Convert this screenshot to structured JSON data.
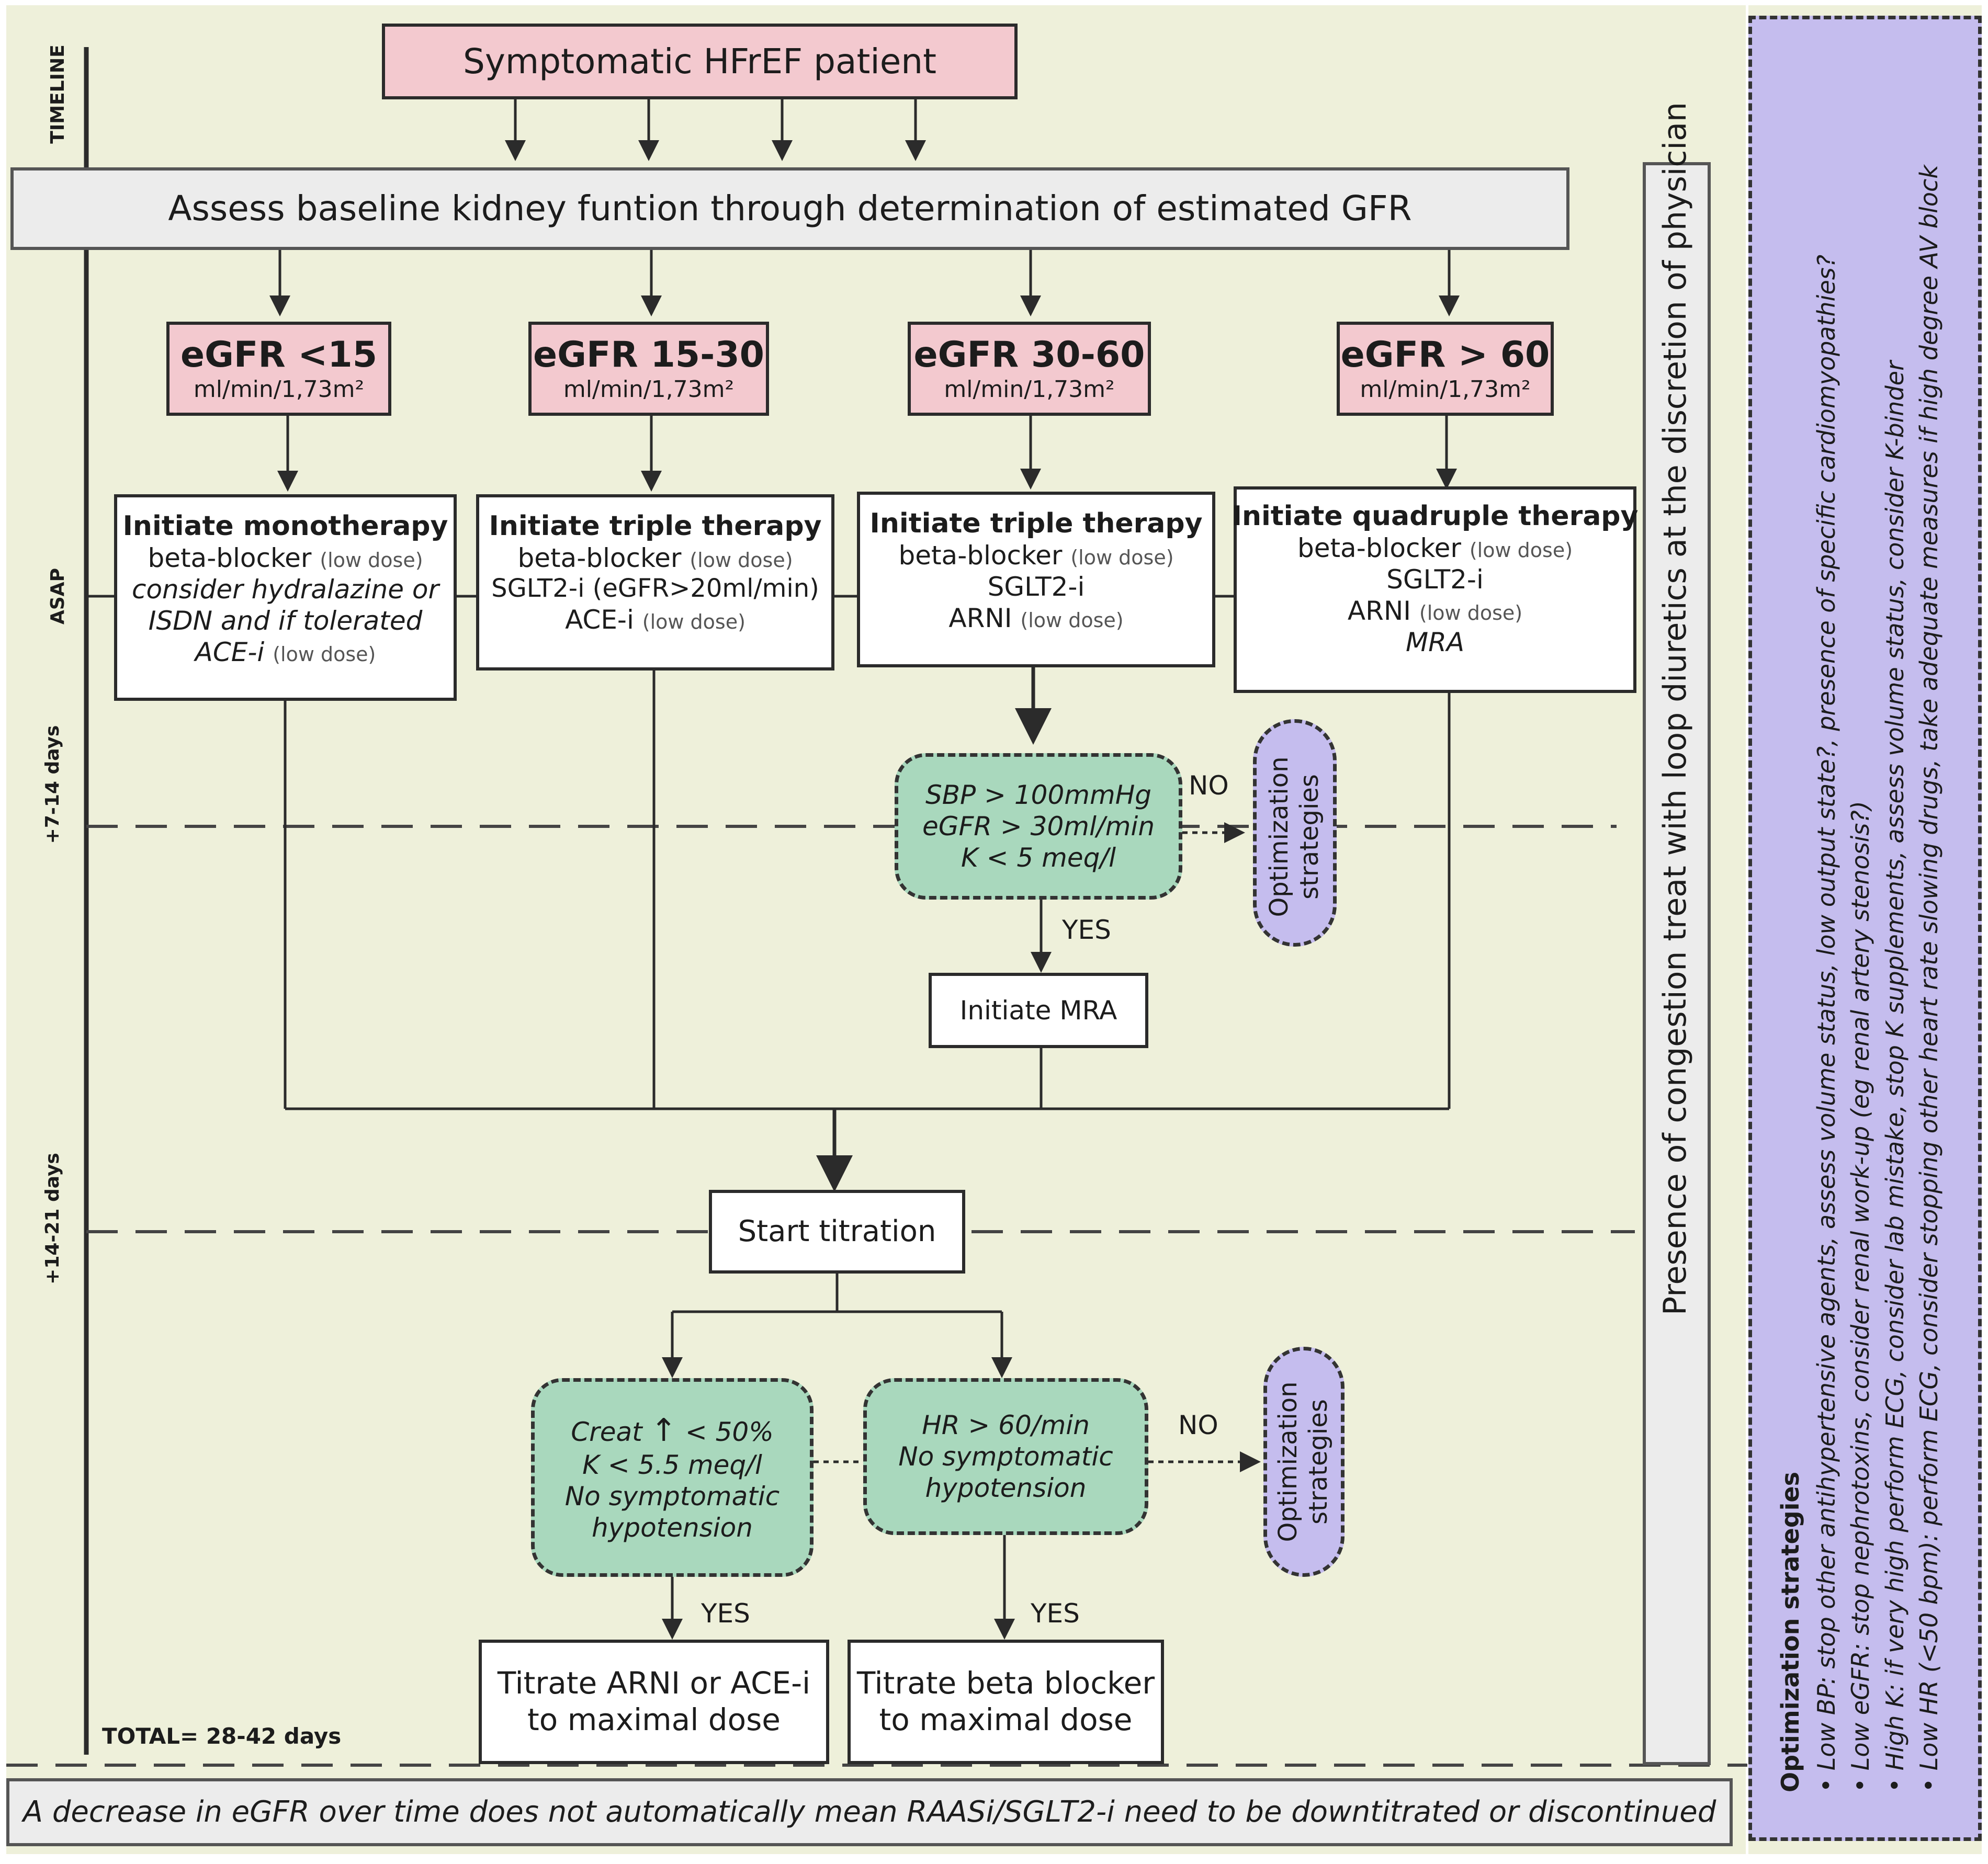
{
  "colors": {
    "panel": "#eef0da",
    "pink": "#f3c9cf",
    "green": "#a9d8bd",
    "purple": "#c5bdee",
    "gray": "#ececec",
    "line": "#2b2b2b"
  },
  "timeline": {
    "title": "TIMELINE",
    "asap": "ASAP",
    "week1": "+7-14 days",
    "week2": "+14-21 days",
    "total": "TOTAL= 28-42 days"
  },
  "top": {
    "patient": "Symptomatic HFrEF patient",
    "assess": "Assess baseline kidney funtion through determination of estimated GFR"
  },
  "columns": [
    {
      "egfr": "eGFR <15",
      "unit": "ml/min/1,73m²",
      "therapy_title": "Initiate monotherapy",
      "lines": [
        {
          "text": "beta-blocker",
          "note": "(low dose)"
        },
        {
          "text": "consider hydralazine  or"
        },
        {
          "text": "ISDN and  if tolerated"
        },
        {
          "text": "ACE-i",
          "note": "(low dose)"
        }
      ]
    },
    {
      "egfr": "eGFR 15-30",
      "unit": "ml/min/1,73m²",
      "therapy_title": "Initiate triple therapy",
      "lines": [
        {
          "text": "beta-blocker",
          "note": "(low dose)"
        },
        {
          "text": "SGLT2-i (eGFR>20ml/min)"
        },
        {
          "text": "ACE-i",
          "note": "(low dose)"
        }
      ]
    },
    {
      "egfr": "eGFR 30-60",
      "unit": "ml/min/1,73m²",
      "therapy_title": "Initiate triple therapy",
      "lines": [
        {
          "text": "beta-blocker",
          "note": "(low dose)"
        },
        {
          "text": "SGLT2-i"
        },
        {
          "text": "ARNI",
          "note": "(low dose)"
        }
      ]
    },
    {
      "egfr": "eGFR > 60",
      "unit": "ml/min/1,73m²",
      "therapy_title": "Initiate quadruple therapy",
      "lines": [
        {
          "text": "beta-blocker",
          "note": "(low dose)"
        },
        {
          "text": "SGLT2-i"
        },
        {
          "text": "ARNI",
          "note": "(low dose)"
        },
        {
          "text": "MRA"
        }
      ]
    }
  ],
  "check1": {
    "lines": [
      "SBP > 100mmHg",
      "eGFR > 30ml/min",
      "K < 5 meq/l"
    ],
    "no": "NO",
    "yes": "YES",
    "opt": [
      "Optimization",
      "strategies"
    ],
    "action": "Initiate MRA"
  },
  "titration": {
    "start": "Start titration",
    "left_check": [
      "Creat",
      "< 50%",
      "K < 5.5 meq/l",
      "No symptomatic",
      "hypotension"
    ],
    "right_check": [
      "HR > 60/min",
      "No symptomatic",
      "hypotension"
    ],
    "no": "NO",
    "yes_left": "YES",
    "yes_right": "YES",
    "opt": [
      "Optimization",
      "strategies"
    ],
    "left_result": [
      "Titrate ARNI  or ACE-i",
      "to maximal dose"
    ],
    "right_result": [
      "Titrate beta blocker",
      "to maximal dose"
    ]
  },
  "side_note": "Presence of congestion treat with loop diuretics at the discretion of physician",
  "bottom_note": "A decrease in eGFR over time does not automatically mean RAASi/SGLT2-i need to be downtitrated or discontinued",
  "optimization_panel": {
    "title": "Optimization strategies",
    "items": [
      "Low BP: stop other antihypertensive agents, assess volume status, low output state?, presence of specific cardiomyopathies?",
      "Low eGFR: stop nephrotoxins, consider renal work-up (eg renal artery stenosis?)",
      "High K: if very high perform ECG, consider lab mistake, stop K supplements, assess volume status, consider K-binder",
      "Low HR (<50 bpm): perform ECG, consider stopping other heart rate slowing drugs, take adequate measures if high degree AV block"
    ]
  }
}
